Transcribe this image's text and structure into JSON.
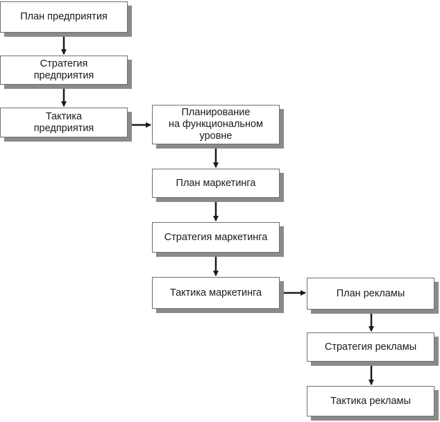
{
  "diagram": {
    "nodes": {
      "company_plan": "План предприятия",
      "company_strategy": "Стратегия\nпредприятия",
      "company_tactics": "Тактика\nпредприятия",
      "functional_planning": "Планирование\nна функциональном\nуровне",
      "marketing_plan": "План маркетинга",
      "marketing_strategy": "Стратегия маркетинга",
      "marketing_tactics": "Тактика маркетинга",
      "advertising_plan": "План рекламы",
      "advertising_strategy": "Стратегия рекламы",
      "advertising_tactics": "Тактика рекламы"
    },
    "colors": {
      "border": "#6f6f6f",
      "shadow": "#8a8a8a",
      "arrow": "#1a1a1a",
      "text": "#1a1a1a"
    }
  }
}
